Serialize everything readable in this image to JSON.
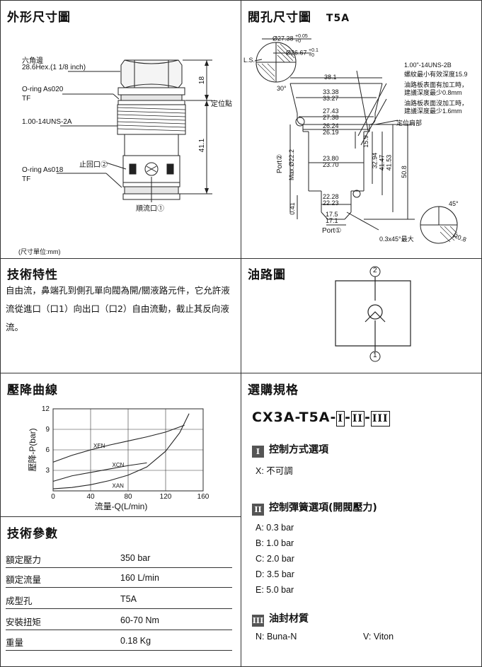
{
  "outline": {
    "title": "外形尺寸圖",
    "hex_label": "六角邊",
    "hex_value": "28.6Hex.(1 1/8  inch)",
    "oring1": "O-ring As020",
    "oring1_mat": "TF",
    "thread": "1.00-14UNS-2A",
    "stop_port": "止回口②",
    "oring2": "O-ring As018",
    "oring2_mat": "TF",
    "flow_port": "順流口①",
    "locate_point": "定位點",
    "dim_18": "18",
    "dim_41_1": "41.1",
    "unit": "(尺寸單位:mm)"
  },
  "cavity": {
    "title": "閥孔尺寸圖",
    "code": "T5A",
    "d1": "Ø27.38",
    "d1_tol_top": "+0.05",
    "d1_tol_bot": "+0",
    "d2": "Ø26.67",
    "d2_tol_top": "+0.1",
    "d2_tol_bot": "+0",
    "ls": "L.S.",
    "angle30": "30°",
    "thread_spec": "1.00\"-14UNS-2B",
    "thread_note": "螺紋最小有效深度15.9",
    "note1a": "油路板表面有加工時，",
    "note1b": "建議深度最少0.8mm",
    "note2a": "油路板表面沒加工時，",
    "note2b": "建議深度最少1.6mm",
    "shoulder": "定位肩部",
    "w38_1": "38.1",
    "w33_38": "33.38",
    "w33_27": "33.27",
    "w27_43": "27.43",
    "w27_38": "27.38",
    "w26_24": "26.24",
    "w26_19": "26.19",
    "w23_80": "23.80",
    "w23_70": "23.70",
    "w22_28": "22.28",
    "w22_23": "22.23",
    "w17_5": "17.5",
    "w17_1": "17.1",
    "h15_9": "15.9",
    "h32_94": "32.94",
    "h41_47": "41.47",
    "h41_53": "41.53",
    "h50_8": "50.8",
    "h0_41": "0.41",
    "port2": "Port②",
    "port2_max": "Max.Ø22.2",
    "port1": "Port①",
    "chamfer": "0.3x45°最大",
    "angle45": "45°",
    "r08": "R0.8"
  },
  "features": {
    "title": "技術特性",
    "text": "自由流，鼻端孔到側孔單向閥為開/關液路元件，它允許液流從進口（口1）向出口（口2）自由流動，截止其反向液流。"
  },
  "circuit": {
    "title": "油路圖",
    "port_top": "2",
    "port_bottom": "1"
  },
  "curve": {
    "title": "壓降曲線"
  },
  "chart_data": {
    "type": "line",
    "xlabel": "流量-Q(L/min)",
    "ylabel": "壓降-P(bar)",
    "xlim": [
      0,
      160
    ],
    "ylim": [
      0,
      12
    ],
    "xticks": [
      "0",
      "40",
      "80",
      "120",
      "160"
    ],
    "yticks": [
      "3",
      "6",
      "9",
      "12"
    ],
    "grid": true,
    "series": [
      {
        "name": "XEN",
        "x": [
          0,
          20,
          40,
          60,
          80,
          100,
          120,
          140
        ],
        "y": [
          4.2,
          5.2,
          6.0,
          6.7,
          7.3,
          7.9,
          8.6,
          9.6
        ]
      },
      {
        "name": "XCN",
        "x": [
          0,
          20,
          40,
          60,
          80,
          100
        ],
        "y": [
          1.4,
          2.2,
          2.7,
          3.2,
          3.7,
          4.1
        ]
      },
      {
        "name": "XAN",
        "x": [
          0,
          20,
          40,
          60,
          80,
          100,
          120,
          135,
          145
        ],
        "y": [
          0.3,
          0.5,
          0.9,
          1.5,
          2.3,
          3.5,
          5.8,
          8.5,
          11.3
        ]
      }
    ]
  },
  "ordering": {
    "title": "選購規格",
    "model_prefix": "CX3A-T5A-",
    "code1": "I",
    "code2": "II",
    "code3": "III",
    "dash": "-",
    "sec1_num": "I",
    "sec1_title": "控制方式選項",
    "sec1_opt": "X: 不可調",
    "sec2_num": "II",
    "sec2_title": "控制彈簧選項(開閥壓力)",
    "sec2_opts": [
      "A: 0.3 bar",
      "B: 1.0 bar",
      "C: 2.0 bar",
      "D: 3.5 bar",
      "E: 5.0 bar"
    ],
    "sec3_num": "III",
    "sec3_title": "油封材質",
    "sec3_opt1": "N:  Buna-N",
    "sec3_opt2": "V:   Viton"
  },
  "specs": {
    "title": "技術參數",
    "rows": [
      {
        "k": "額定壓力",
        "v": "350 bar"
      },
      {
        "k": "額定流量",
        "v": "160 L/min"
      },
      {
        "k": "成型孔",
        "v": "T5A"
      },
      {
        "k": "安裝扭矩",
        "v": "60-70 Nm"
      },
      {
        "k": "重量",
        "v": "0.18 Kg"
      }
    ]
  }
}
